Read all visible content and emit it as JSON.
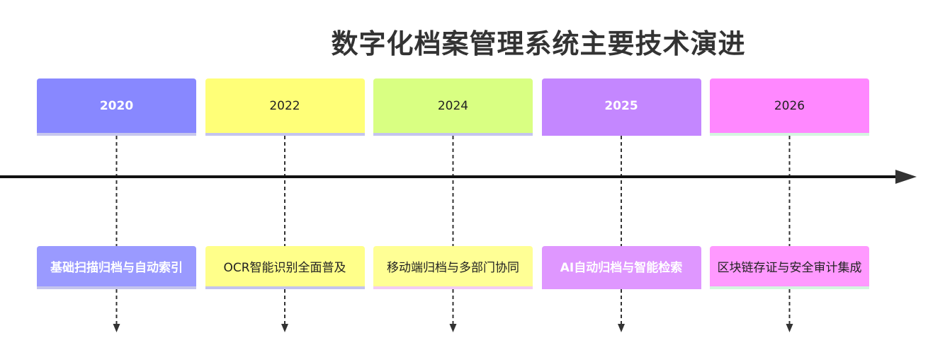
{
  "title": "数字化档案管理系统主要技术演进",
  "periods": [
    {
      "year": "2020",
      "event": "基础扫描归档与自动索引",
      "year_color": "#8888ff",
      "year_border": "#c7c7ee",
      "year_text": "light",
      "event_color": "#9a9aff",
      "event_border": "#c4c4ee",
      "event_text": "light"
    },
    {
      "year": "2022",
      "event": "OCR智能识别全面普及",
      "year_color": "#ffff78",
      "year_border": "#c4c4ee",
      "year_text": "dark",
      "event_color": "#ffff8a",
      "event_border": "#c4c4ee",
      "event_text": "dark"
    },
    {
      "year": "2024",
      "event": "移动端归档与多部门协同",
      "year_color": "#d9ff82",
      "year_border": "#c4c4ee",
      "year_text": "dark",
      "event_color": "#ffff95",
      "event_border": "#f3ccf3",
      "event_text": "dark"
    },
    {
      "year": "2025",
      "event": "AI自动归档与智能检索",
      "year_color": "#c487ff",
      "year_border": "#c487ff",
      "year_text": "light",
      "event_color": "#df97ff",
      "event_border": "#df97ff",
      "event_text": "light"
    },
    {
      "year": "2026",
      "event": "区块链存证与安全审计集成",
      "year_color": "#ff88ff",
      "year_border": "#d4f5e0",
      "year_text": "dark",
      "event_color": "#ff99ff",
      "event_border": "#d4f5e0",
      "event_text": "dark"
    }
  ]
}
